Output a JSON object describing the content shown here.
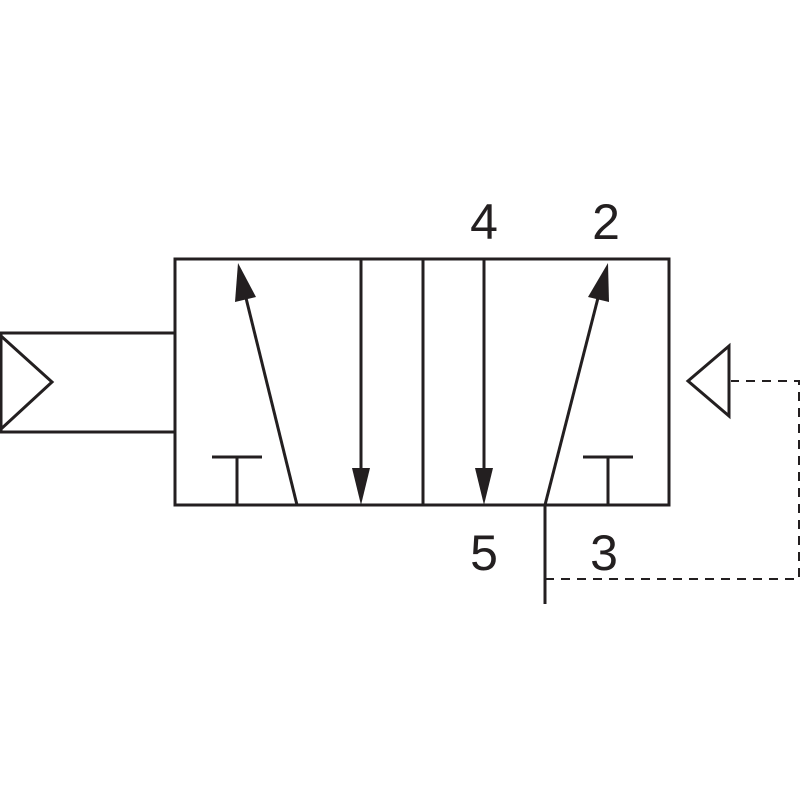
{
  "diagram": {
    "ports": {
      "top_left": "4",
      "top_right": "2",
      "bottom_left": "5",
      "bottom_right": "3"
    },
    "colors": {
      "line": "#231f20",
      "background": "#ffffff"
    },
    "symbols": [
      "pushbutton-actuator-icon",
      "pilot-triangle-icon",
      "exhaust-block-icon",
      "flow-arrow-icon"
    ]
  }
}
